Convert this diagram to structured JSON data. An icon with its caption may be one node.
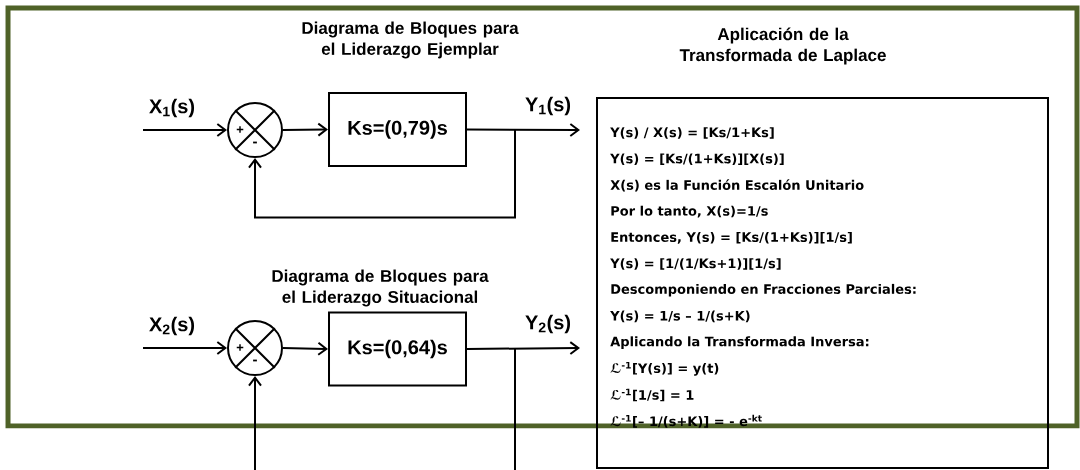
{
  "diagram": {
    "nodes": [
      {
        "text": [
          "+",
          "-"
        ]
      },
      {
        "text": [
          "Ks=(0,79)s"
        ]
      },
      {
        "text": [
          "+",
          "-"
        ]
      },
      {
        "text": [
          "Ks=(0,64)s"
        ]
      },
      {
        "text": [
          "Aplicación de la Transformada de Laplace",
          "Y(s) / X(s) = [Ks/1+Ks]",
          "Y(s) = [Ks/(1+Ks)][X(s)]",
          "X(s) es la Función Escalón Unitario",
          "Por lo tanto, X(s)=1/s",
          "Entonces, Y(s) = [Ks/(1+Ks)][1/s]",
          "Y(s) = [1/(1/Ks+1)][1/s]",
          "Descomponiendo en Fracciones Parciales:",
          "Y(s) = 1/s – 1/(s+K)",
          "Aplicando la Transformada Inversa:",
          "ℒ$^{-1}$[Y(s)] = y(t)",
          "ℒ$^{-1}$[1/s] = 1",
          "ℒ$^{-1}$[– 1/(s+K)] = - e$^{-kt}$"
        ]
      }
    ],
    "edges": [
      {
        "from": null,
        "to": 0,
        "arrow": "to",
        "label": "X$_{1}$(s)"
      },
      {
        "from": 0,
        "to": 1,
        "arrow": "to"
      },
      {
        "from": 1,
        "to": null,
        "arrow": "to",
        "label": "Y$_{1}$(s)"
      },
      {
        "from": 1,
        "to": 0,
        "arrow": "to"
      },
      {
        "from": null,
        "to": 2,
        "arrow": "to",
        "label": "X$_{2}$(s)"
      },
      {
        "from": 2,
        "to": 3,
        "arrow": "to"
      },
      {
        "from": 3,
        "to": null,
        "arrow": "to",
        "label": "Y$_{2}$(s)"
      },
      {
        "from": 3,
        "to": 2,
        "arrow": "to"
      }
    ],
    "labels": [
      "Diagrama de Bloques para el Liderazgo Ejemplar",
      "Diagrama de Bloques para el Liderazgo Situacional"
    ]
  }
}
